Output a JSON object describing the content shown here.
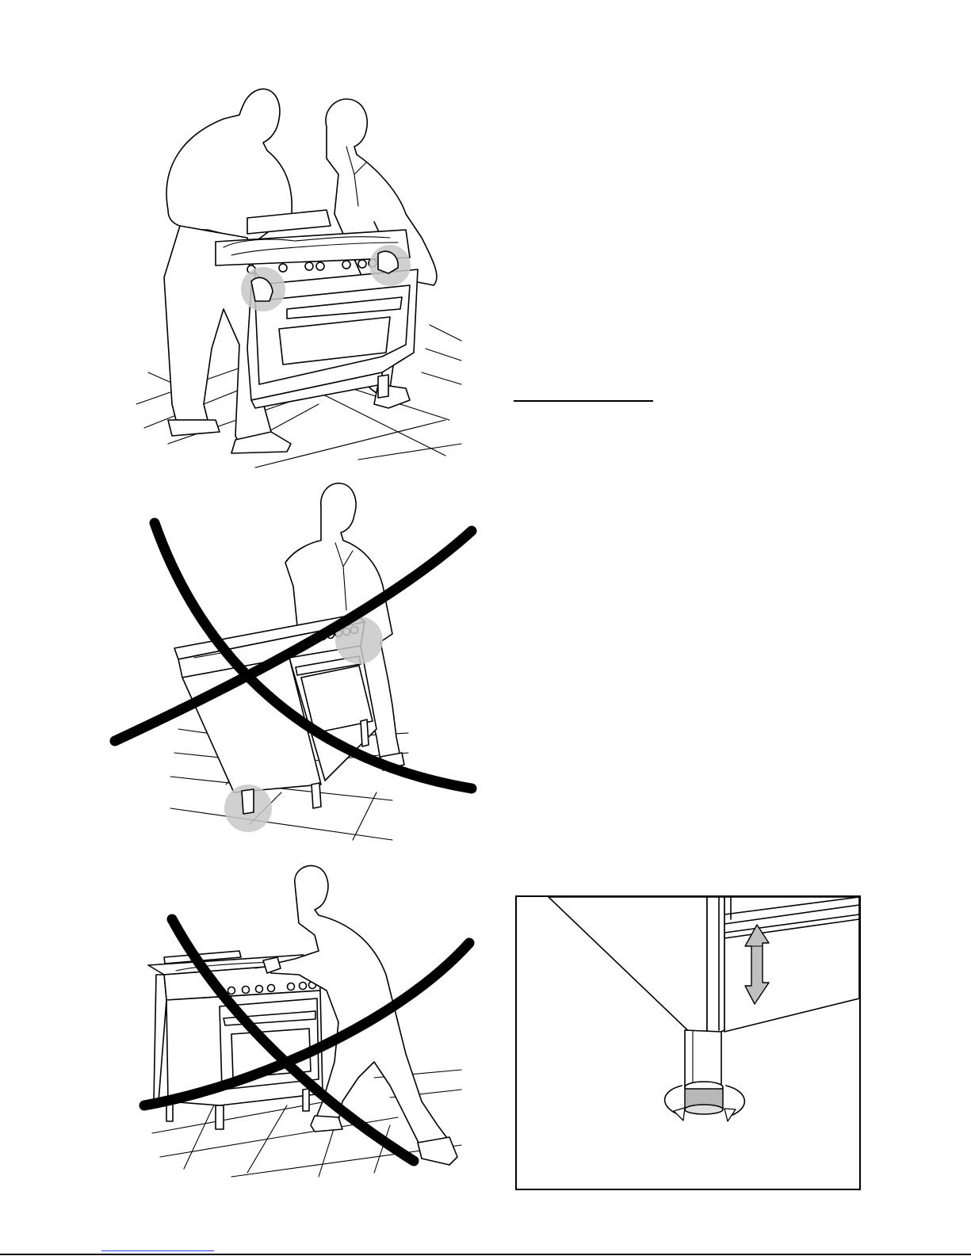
{
  "page": {
    "illustrations": [
      {
        "icon": "two-person-lift-correct-icon",
        "meaning": "correct"
      },
      {
        "icon": "tilting-oven-incorrect-icon",
        "meaning": "incorrect"
      },
      {
        "icon": "pulling-by-hob-incorrect-icon",
        "meaning": "incorrect"
      }
    ],
    "detail_icon": "adjustable-foot-icon",
    "colors": {
      "line": "#000000",
      "highlight": "#c8c8c8",
      "link_rule": "#2a3cff",
      "background": "#ffffff"
    }
  }
}
